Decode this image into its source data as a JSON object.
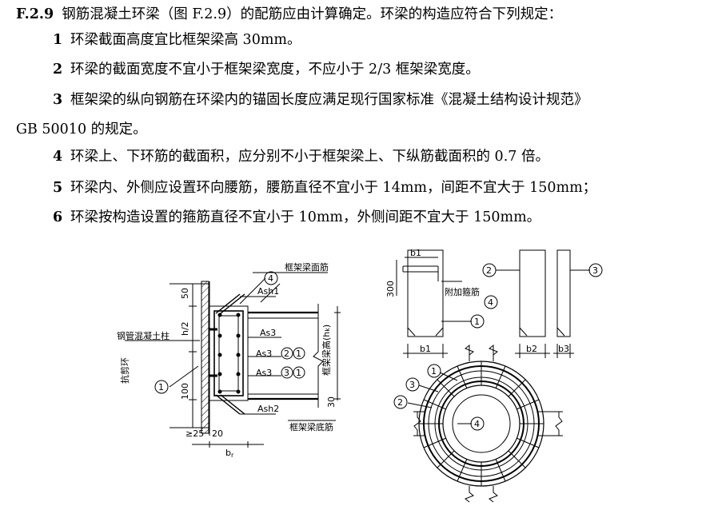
{
  "header": {
    "clause": "F.2.9",
    "text": "钢筋混凝土环梁（图 F.2.9）的配筋应由计算确定。环梁的构造应符合下列规定："
  },
  "items": [
    {
      "num": "1",
      "text": "环梁截面高度宜比框架梁高 30mm。"
    },
    {
      "num": "2",
      "text": "环梁的截面宽度不宜小于框架梁宽度，不应小于 2/3 框架梁宽度。"
    },
    {
      "num": "3",
      "text": "框架梁的纵向钢筋在环梁内的锚固长度应满足现行国家标准《混凝土结构设计规范》",
      "cont": "GB 50010 的规定。"
    },
    {
      "num": "4",
      "text": "环梁上、下环筋的截面积，应分别不小于框架梁上、下纵筋截面积的 0.7 倍。"
    },
    {
      "num": "5",
      "text": "环梁内、外侧应设置环向腰筋，腰筋直径不宜小于 14mm，间距不宜大于 150mm；"
    },
    {
      "num": "6",
      "text": "环梁按构造设置的箍筋直径不宜小于 10mm，外侧间距不宜大于 150mm。"
    }
  ],
  "figure_left": {
    "label_frame_top_bar": "框架梁面筋",
    "label_frame_bottom_bar": "框架梁底筋",
    "label_steel_tube": "钢管混凝土柱",
    "label_shear_ring": "抗剪环",
    "label_frame_height": "框架梁高(h",
    "label_frame_height_sub": "k",
    "label_frame_height_close": ")",
    "ash1": "Ash1",
    "ash2": "Ash2",
    "as3_a": "As3",
    "as3_b": "As3",
    "as3_c": "As3",
    "dim_50": "50",
    "dim_h2": "h/2",
    "dim_100": "100",
    "dim_30": "30",
    "dim_ge25": "≥25",
    "dim_20": "20",
    "dim_br": "b",
    "dim_br_sub": "r",
    "c1": "1",
    "c2": "2",
    "c3": "3",
    "c4": "4"
  },
  "figure_right": {
    "b1_top": "b1",
    "dim_300": "300",
    "label_extra_stirrup": "附加箍筋",
    "b1": "b1",
    "b2": "b2",
    "b3": "b3",
    "c1": "1",
    "c2": "2",
    "c3": "3",
    "c4": "4"
  }
}
